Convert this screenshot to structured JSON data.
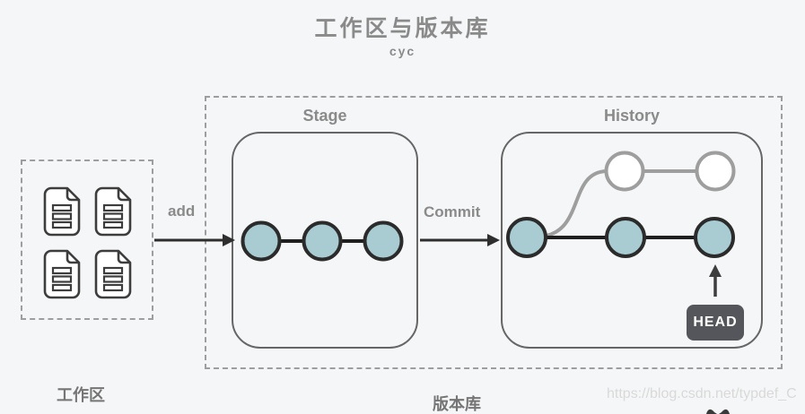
{
  "title": "工作区与版本库",
  "subtitle": "cyc",
  "workspace": {
    "label": "工作区",
    "file_count": 4
  },
  "repository": {
    "label": "版本库"
  },
  "stage": {
    "label": "Stage",
    "commit_count": 3
  },
  "history": {
    "label": "History",
    "main_commit_count": 3,
    "branch_commit_count": 2,
    "head_label": "HEAD"
  },
  "arrows": {
    "add_label": "add",
    "commit_label": "Commit"
  },
  "watermark": "https://blog.csdn.net/typdef_C",
  "colors": {
    "background": "#f5f6f7",
    "label_gray": "#8a8a8a",
    "dark_label_gray": "#757575",
    "commit_node_fill": "#a9ccd3",
    "commit_node_stroke": "#2b2b2b",
    "branch_node_fill": "#ffffff",
    "branch_node_stroke": "#9e9e9e",
    "edge_black": "#1f1f1f",
    "edge_gray": "#9e9e9e",
    "arrow_color": "#2e2e2e",
    "head_badge_bg": "#54565c",
    "head_badge_text": "#ffffff",
    "box_border": "#666666",
    "dashed_border": "#9e9e9e",
    "watermark_color": "#d9d9d9"
  }
}
